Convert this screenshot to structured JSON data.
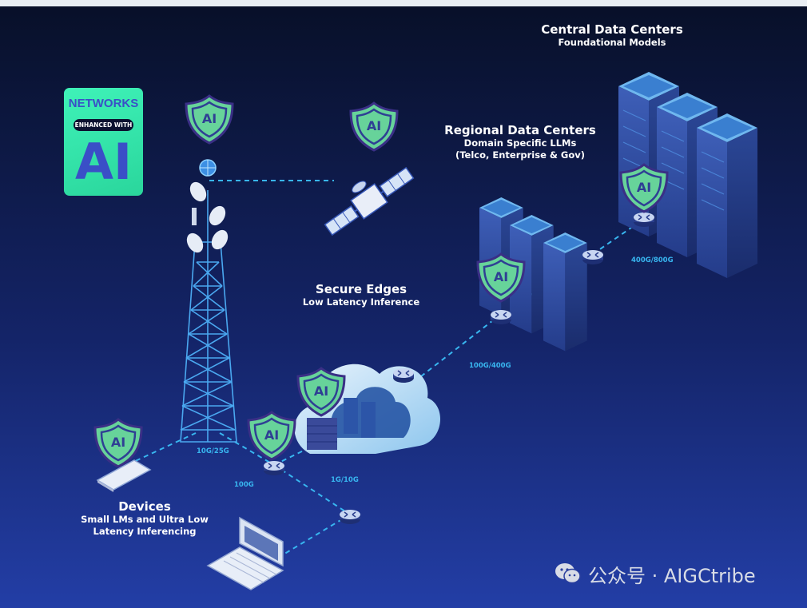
{
  "badge": {
    "line1": "NETWORKS",
    "line2": "ENHANCED WITH",
    "line3": "AI"
  },
  "central": {
    "title": "Central Data Centers",
    "subtitle": "Foundational Models"
  },
  "regional": {
    "title": "Regional Data Centers",
    "line1": "Domain Specific LLMs",
    "line2": "(Telco, Enterprise & Gov)"
  },
  "edges": {
    "title": "Secure Edges",
    "subtitle": "Low Latency Inference"
  },
  "devices": {
    "title": "Devices",
    "line1": "Small LMs and Ultra Low",
    "line2": "Latency Inferencing"
  },
  "links": {
    "central": "400G/800G",
    "regional": "100G/400G",
    "tower": "10G/25G",
    "device": "100G",
    "edge": "1G/10G"
  },
  "shield_text": "AI",
  "watermark": "公众号 · AIGCtribe",
  "colors": {
    "shield": "#67d39a",
    "link": "#38b6f0",
    "badge": "#3ff2b8",
    "badge_text": "#3a4fc7"
  },
  "icons": [
    "ai-shield-icon",
    "satellite-icon",
    "cell-tower-icon",
    "server-rack-icon",
    "cloud-icon",
    "router-icon",
    "laptop-icon",
    "tablet-icon",
    "wechat-icon"
  ]
}
